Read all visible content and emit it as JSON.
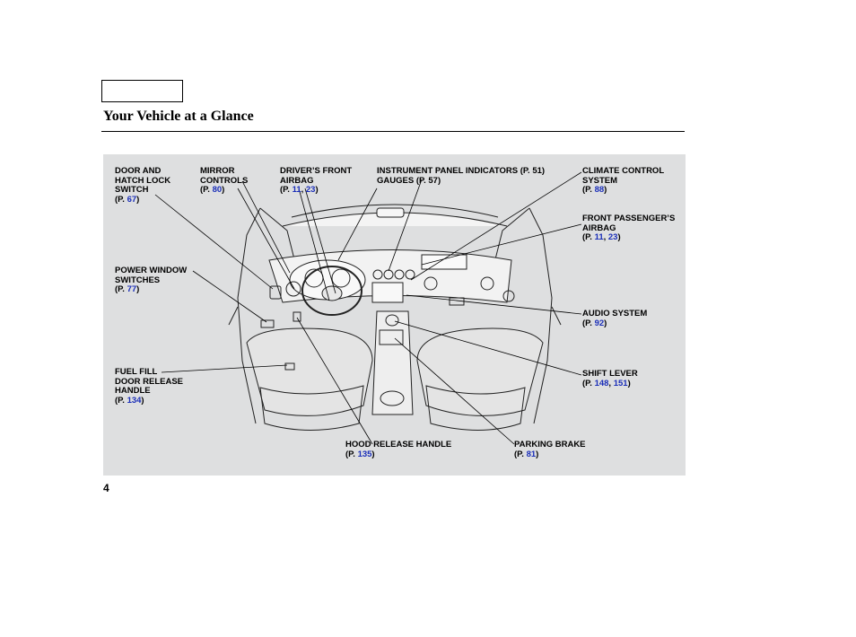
{
  "page": {
    "title": "Your Vehicle at a Glance",
    "number": "4"
  },
  "callouts": {
    "door_lock": {
      "label_lines": [
        "DOOR AND",
        "HATCH LOCK",
        "SWITCH"
      ],
      "pages": [
        "67"
      ]
    },
    "mirror": {
      "label_lines": [
        "MIRROR",
        "CONTROLS"
      ],
      "pages": [
        "80"
      ]
    },
    "driver_airbag": {
      "label_lines": [
        "DRIVER’S FRONT",
        "AIRBAG"
      ],
      "pages": [
        "11",
        "23"
      ]
    },
    "instrument": {
      "line1_label": "INSTRUMENT PANEL INDICATORS",
      "line1_page": "51",
      "line2_label": "GAUGES",
      "line2_page": "57"
    },
    "climate": {
      "label_lines": [
        "CLIMATE CONTROL",
        "SYSTEM"
      ],
      "pages": [
        "88"
      ]
    },
    "passenger_airbag": {
      "label_lines": [
        "FRONT PASSENGER’S",
        "AIRBAG"
      ],
      "pages": [
        "11",
        "23"
      ]
    },
    "power_window": {
      "label_lines": [
        "POWER WINDOW",
        "SWITCHES"
      ],
      "pages": [
        "77"
      ]
    },
    "audio": {
      "label_lines": [
        "AUDIO SYSTEM"
      ],
      "pages": [
        "92"
      ]
    },
    "fuel_fill": {
      "label_lines": [
        "FUEL FILL",
        "DOOR RELEASE",
        "HANDLE"
      ],
      "pages": [
        "134"
      ]
    },
    "shift_lever": {
      "label_lines": [
        "SHIFT LEVER"
      ],
      "pages": [
        "148",
        "151"
      ]
    },
    "hood_release": {
      "label_lines": [
        "HOOD RELEASE HANDLE"
      ],
      "pages": [
        "135"
      ]
    },
    "parking_brake": {
      "label_lines": [
        "PARKING BRAKE"
      ],
      "pages": [
        "81"
      ]
    }
  }
}
